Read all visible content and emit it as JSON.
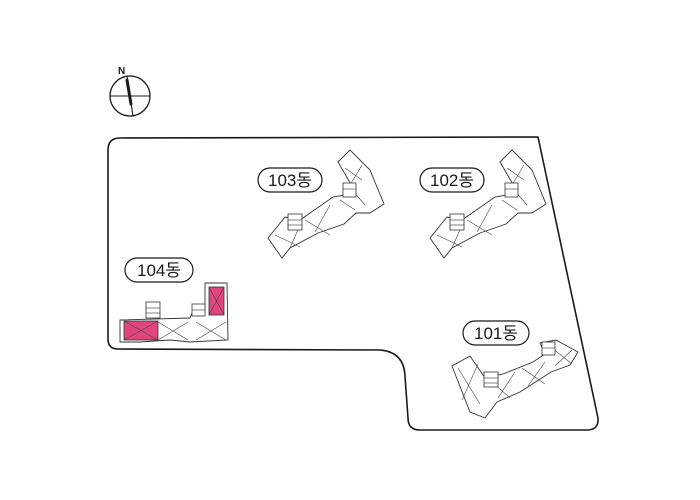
{
  "compass": {
    "label": "N"
  },
  "buildings": [
    {
      "id": "103",
      "label": "103동",
      "highlight": false
    },
    {
      "id": "102",
      "label": "102동",
      "highlight": false
    },
    {
      "id": "104",
      "label": "104동",
      "highlight": true
    },
    {
      "id": "101",
      "label": "101동",
      "highlight": false
    }
  ],
  "colors": {
    "highlight": "#e0457b",
    "outline": "#1a1a1a"
  }
}
